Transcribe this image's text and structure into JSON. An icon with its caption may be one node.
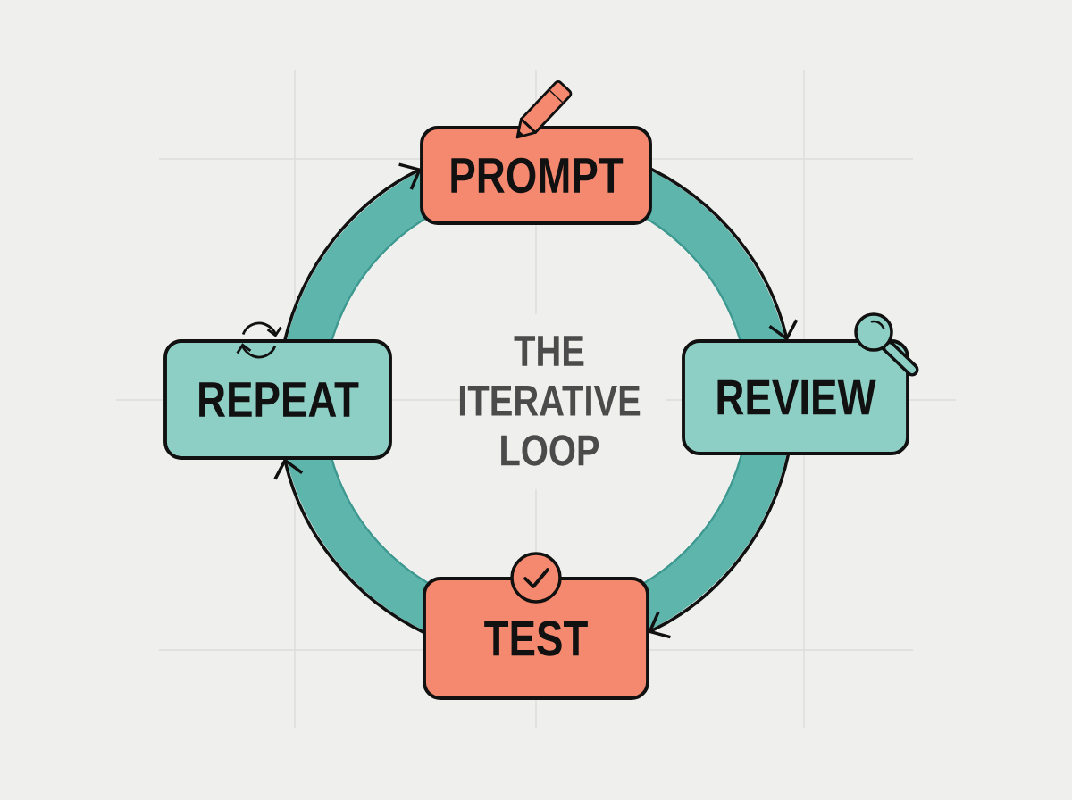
{
  "diagram": {
    "title": "THE ITERATIVE LOOP",
    "nodes": [
      {
        "text": [
          "PROMPT"
        ]
      },
      {
        "text": [
          "REVIEW"
        ]
      },
      {
        "text": [
          "TEST"
        ]
      },
      {
        "text": [
          "REPEAT"
        ]
      }
    ],
    "edges": [
      {
        "from": 0,
        "to": 1,
        "arrow": "to"
      },
      {
        "from": 1,
        "to": 2,
        "arrow": "to"
      },
      {
        "from": 2,
        "to": 3,
        "arrow": "to"
      },
      {
        "from": 3,
        "to": 0,
        "arrow": "to"
      }
    ]
  }
}
